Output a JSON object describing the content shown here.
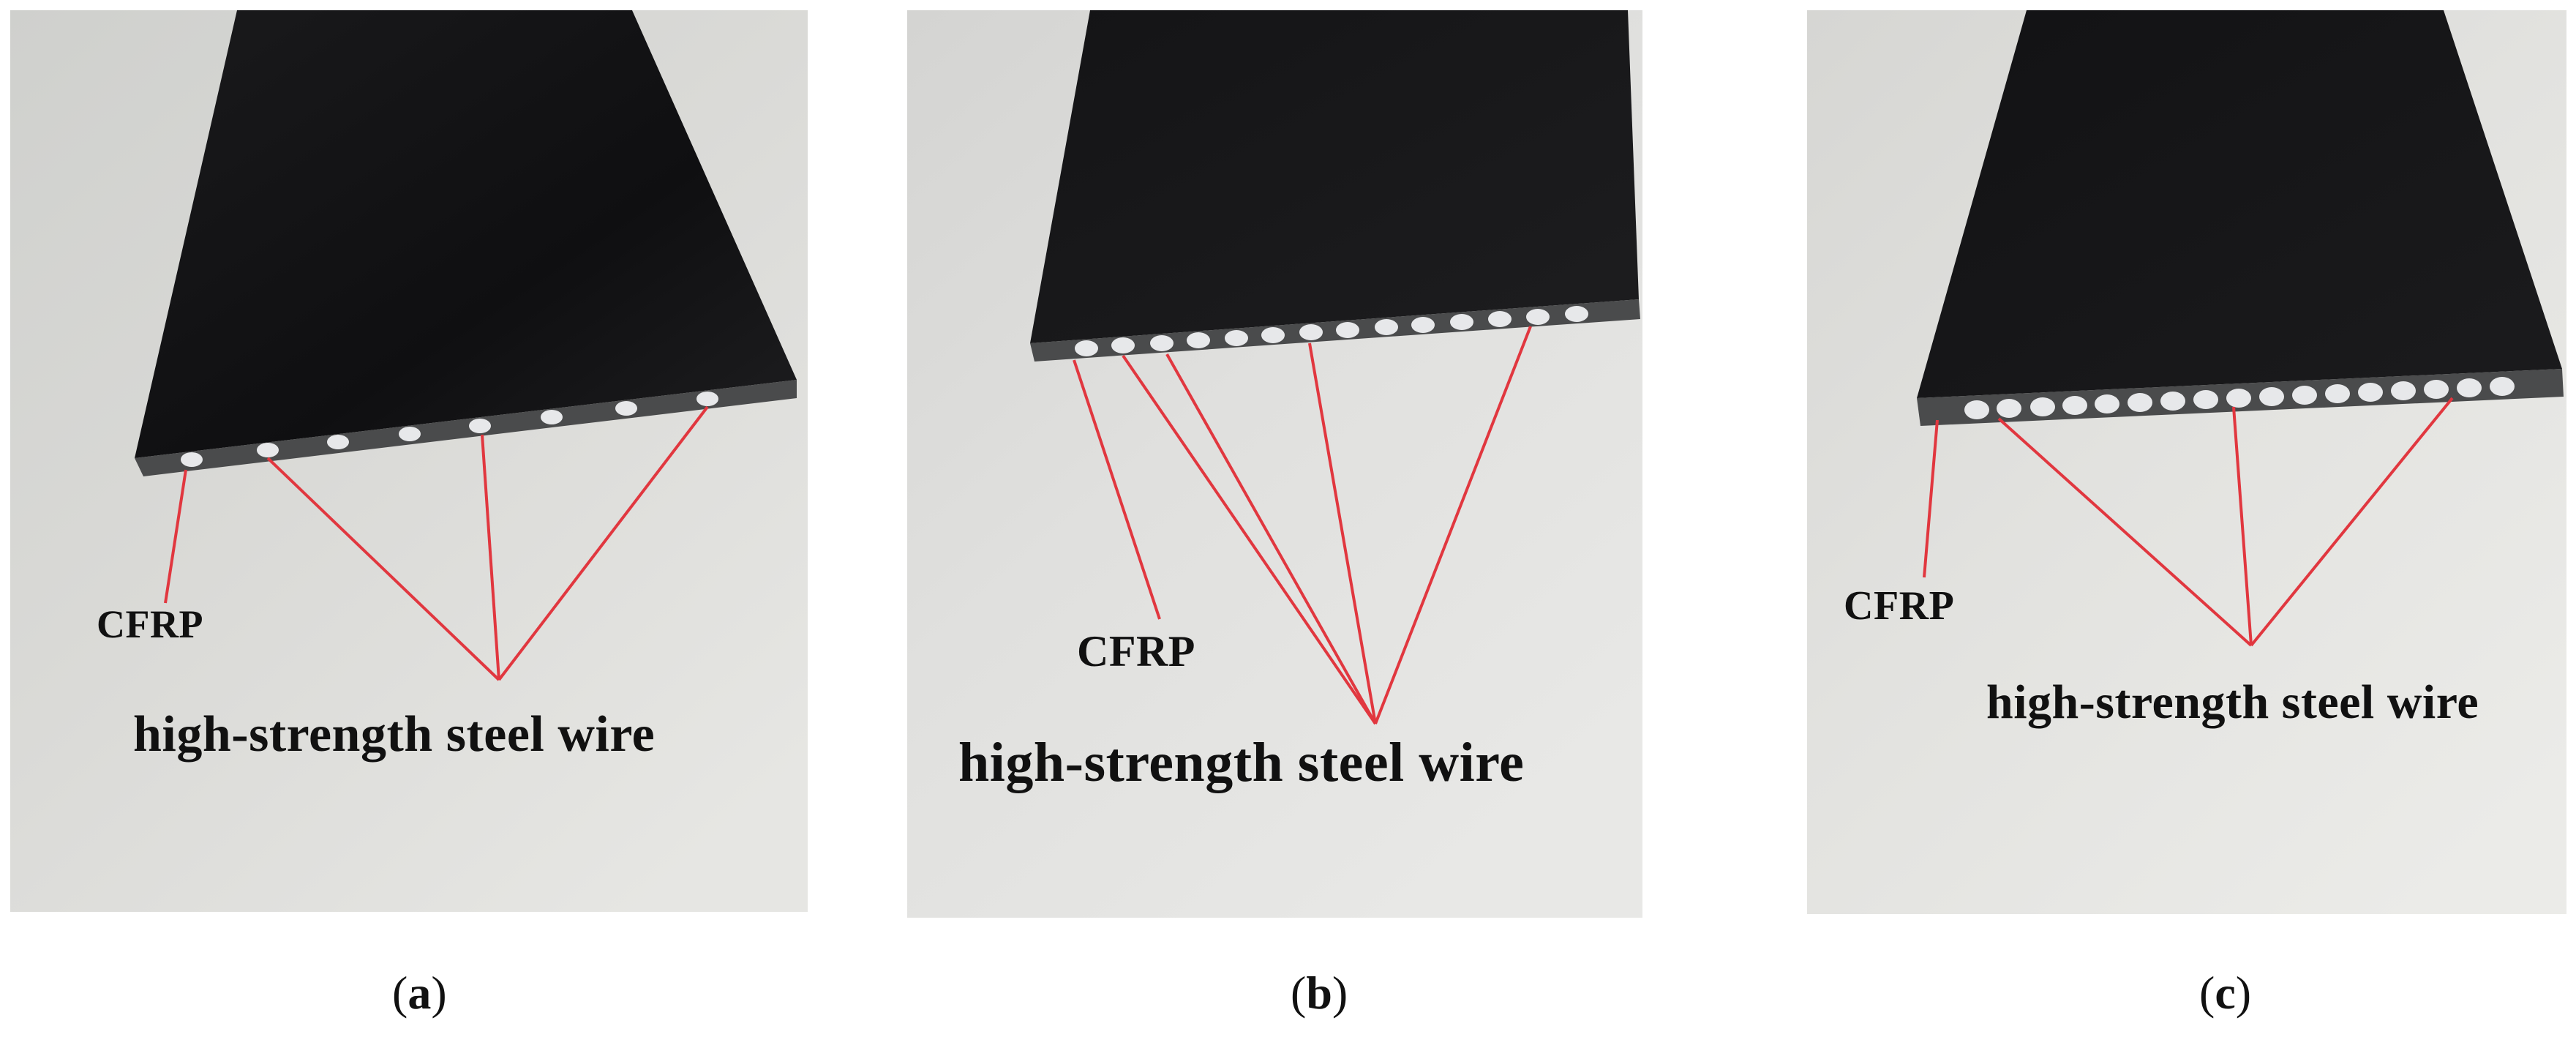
{
  "panels": [
    {
      "id": "a",
      "caption_letter": "a",
      "label_cfrp": "CFRP",
      "label_wire": "high-strength steel wire"
    },
    {
      "id": "b",
      "caption_letter": "b",
      "label_cfrp": "CFRP",
      "label_wire": "high-strength steel wire"
    },
    {
      "id": "c",
      "caption_letter": "c",
      "label_cfrp": "CFRP",
      "label_wire": "high-strength steel wire"
    }
  ],
  "colors": {
    "strip": "#111113",
    "strip_edge": "#4a4b4c",
    "wire": "#e7e8ea",
    "pointer_line": "#e1373f",
    "background_paper": "#d9d9d7"
  }
}
